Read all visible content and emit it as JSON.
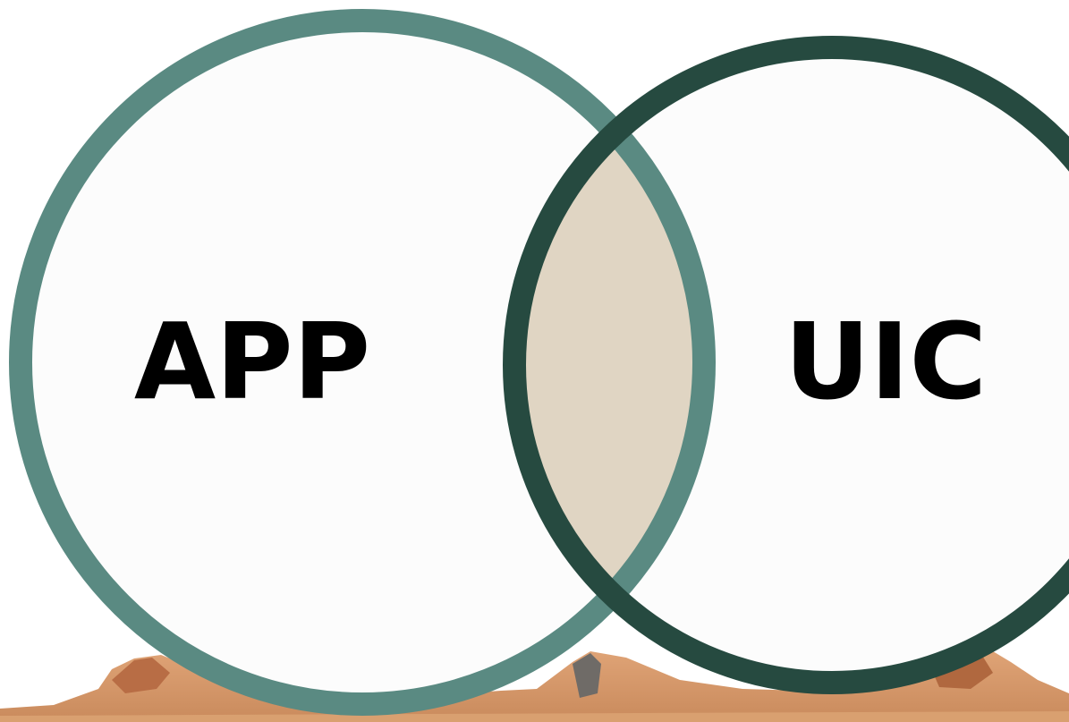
{
  "diagram": {
    "type": "venn",
    "circles": [
      {
        "label": "APP",
        "stroke_color": "#5a8a82"
      },
      {
        "label": "UIC",
        "stroke_color": "#264a40"
      }
    ],
    "overlap_fill": "#e0d5c3",
    "circle_fill": "#fcfcfc",
    "background_image": "desert-mesa-landscape"
  }
}
